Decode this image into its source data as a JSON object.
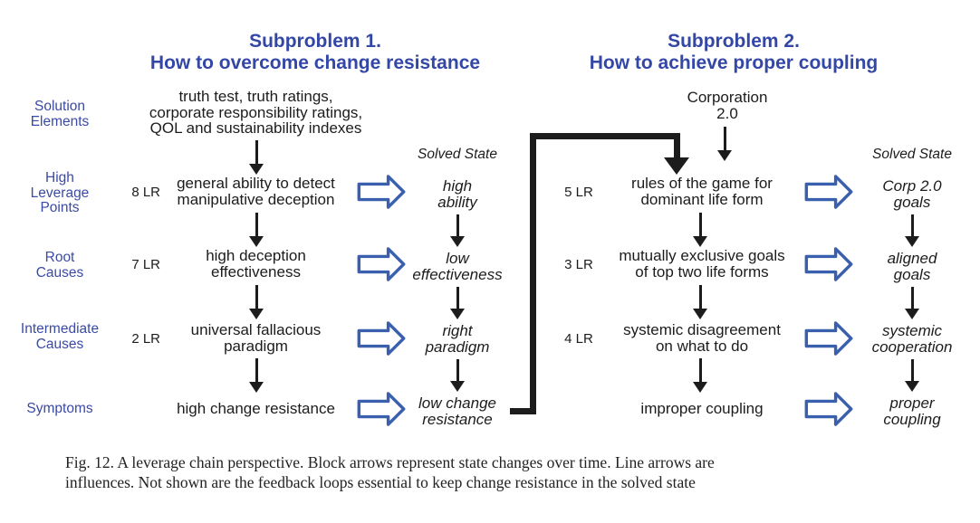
{
  "colors": {
    "accent_blue": "#3347a6",
    "label_blue": "#3a4aa5",
    "block_arrow_blue": "#3a5fad",
    "text_black": "#1c1c1c"
  },
  "row_labels": [
    "Solution\nElements",
    "High\nLeverage\nPoints",
    "Root\nCauses",
    "Intermediate\nCauses",
    "Symptoms"
  ],
  "sp1": {
    "title": "Subproblem 1.\nHow to overcome change resistance",
    "solution_elements": "truth test, truth ratings,\ncorporate responsibility ratings,\nQOL and sustainability indexes",
    "solved_header": "Solved State",
    "rows": [
      {
        "lr": "8 LR",
        "current": "general ability to detect\nmanipulative deception",
        "solved": "high\nability"
      },
      {
        "lr": "7 LR",
        "current": "high deception\neffectiveness",
        "solved": "low\neffectiveness"
      },
      {
        "lr": "2 LR",
        "current": "universal fallacious\nparadigm",
        "solved": "right\nparadigm"
      },
      {
        "lr": "",
        "current": "high change resistance",
        "solved": "low change\nresistance"
      }
    ]
  },
  "sp2": {
    "title": "Subproblem 2.\nHow to achieve proper coupling",
    "solution_elements": "Corporation\n2.0",
    "solved_header": "Solved State",
    "rows": [
      {
        "lr": "5 LR",
        "current": "rules of the game for\ndominant life form",
        "solved": "Corp 2.0\ngoals"
      },
      {
        "lr": "3 LR",
        "current": "mutually exclusive goals\nof top two life forms",
        "solved": "aligned\ngoals"
      },
      {
        "lr": "4 LR",
        "current": "systemic disagreement\non what to do",
        "solved": "systemic\ncooperation"
      },
      {
        "lr": "",
        "current": "improper coupling",
        "solved": "proper\ncoupling"
      }
    ]
  },
  "caption": "Fig. 12.  A leverage chain perspective. Block arrows represent state changes over time. Line arrows are\ninfluences. Not shown are the feedback loops essential to keep change resistance in the solved state"
}
